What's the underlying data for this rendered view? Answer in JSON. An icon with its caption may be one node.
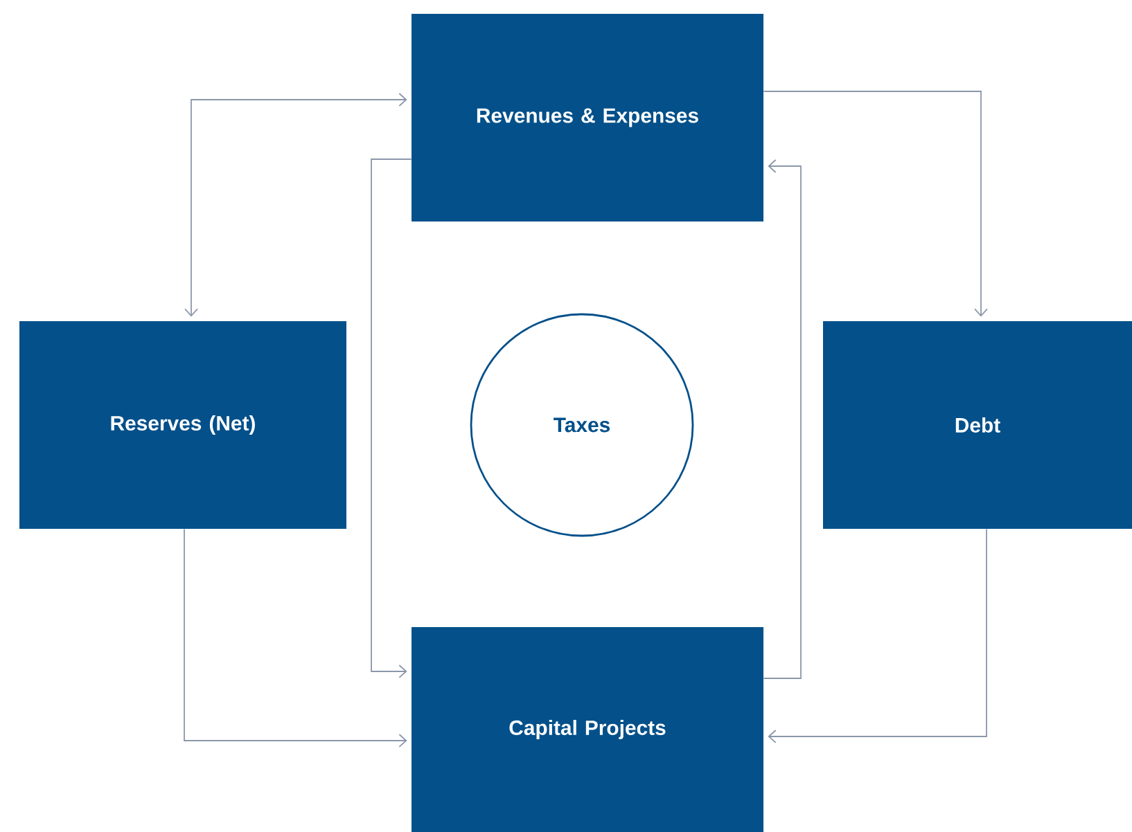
{
  "diagram": {
    "nodes": [
      {
        "text": [
          "Revenues & Expenses"
        ]
      },
      {
        "text": [
          "Reserves (Net)"
        ]
      },
      {
        "text": [
          "Taxes"
        ]
      },
      {
        "text": [
          "Debt"
        ]
      },
      {
        "text": [
          "Capital Projects"
        ]
      }
    ],
    "edges": [
      {
        "from": 0,
        "to": 1,
        "arrow": "both"
      },
      {
        "from": 0,
        "to": 3,
        "arrow": "to"
      },
      {
        "from": 0,
        "to": 4,
        "arrow": "to"
      },
      {
        "from": 4,
        "to": 0,
        "arrow": "to"
      },
      {
        "from": 1,
        "to": 4,
        "arrow": "to"
      },
      {
        "from": 3,
        "to": 4,
        "arrow": "to"
      }
    ]
  }
}
